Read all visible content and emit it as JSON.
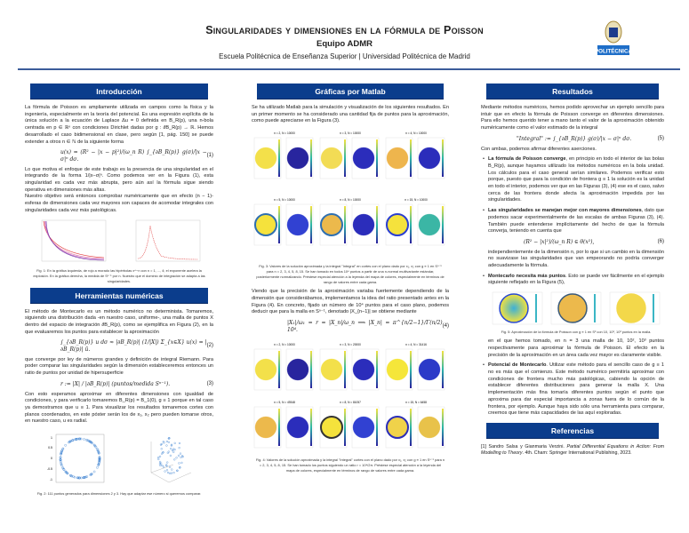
{
  "header": {
    "title": "Singularidades y dimensiones en la fórmula de Poisson",
    "team": "Equipo ADMR",
    "institution": "Escuela Politécnica de Enseñanza Superior | Universidad Politécnica de Madrid",
    "logo_text": "POLITÉCNICA"
  },
  "colors": {
    "section": "#0b3d8c",
    "rule": "#3b5c9a",
    "yellow": "#f5e23c",
    "orange": "#e8b24a",
    "blue": "#2a2cb8",
    "cyan": "#3bb6c5",
    "logo_blue": "#1e6ec8"
  },
  "intro": {
    "heading": "Introducción",
    "p1": "La fórmula de Poisson es ampliamente utilizada en campos como la física y la ingeniería, especialmente en la teoría del potencial. Es una expresión explícita de la única solución a la ecuación de Laplace Δu = 0 definida en B_R(p), una n-bola centrada en p ∈ ℝⁿ con condiciones Dirichlet dadas por g : ∂B_R(p) → ℝ. Hemos desarrollado el caso bidimensional en clase, pero según [1, pág. 150] se puede extender a otros n ∈ ℕ de la siguiente forma",
    "eq1": "u(x) = (R² − |x − p|²)/(ω_n R) ∫_{∂B_R(p)} g(σ)/|x − σ|ⁿ dσ.",
    "eq1_num": "(1)",
    "p2": "Lo que motiva el enfoque de este trabajo es la presencia de una singularidad en el integrando de la forma 1/|x−σ|ⁿ. Como podemos ver en la Figura (1), esta singularidad es cada vez más abrupta, pero aún así la fórmula sigue siendo operativa en dimensiones más altas.",
    "p3": "Nuestro objetivo será entonces comprobar numéricamente que en efecto (n − 1)-esferas de dimensiones cada vez mayores son capaces de acomodar integrales con singularidades cada vez más patológicas.",
    "fig1_caption": "Fig. 1: En la gráfica izquierda, de rojo a morado las hipérbolas x^−n con n = 1, ..., 4; el exponente acelera la explosión. En la gráfica derecha, la medida de Sⁿ⁻¹ por n. Nuestro que el dominio de integración se adapta a las singularidades."
  },
  "tools": {
    "heading": "Herramientas numéricas",
    "p1": "El método de Montecarlo es un método numérico no determinista. Tomaremos, siguiendo una distribución dada -en nuestro caso, uniforme-, una malla de puntos X dentro del espacio de integración ∂B_R(p), como se ejemplifica en Figura (2), en la que evaluaremos los puntos para establecer la aproximación",
    "eq2": "∫_{∂B_R(p)} u dσ ≈ |∂B_R(p)| (1/|X|) Σ_{x∈X} u(x) = |∂B_R(p)| ū.",
    "eq2_num": "(2)",
    "p2": "que converge por ley de números grandes y definición de integral Riemann. Para poder comparar las singularidades según la dimensión estableceremos entonces un ratio de puntos por unidad de hipersuperficie",
    "eq3": "r := |X| / |∂B_R(p)|    (puntos/medida Sⁿ⁻¹).",
    "eq3_num": "(3)",
    "p3": "Con esto esperamos aproximar en diferentes dimensiones con igualdad de condiciones, y para verificarlo tomaremos B_R(p) = B_1(0), g ≡ 1 porque en tal caso ya demostramos que u ≡ 1. Para visualizar los resultados tomaremos cortes con planos coordenados, en este póster serán los de x₁, x₂ pero pueden tomarse otros, en nuestro caso, u es radial.",
    "fig2_ticks": [
      "1",
      "0.5",
      "0",
      "-0.5",
      "-1"
    ],
    "fig2_caption": "Fig. 2: 111 puntos generados para dimensiones 2 y 3. Hay que adaptar ese número si queremos comparar."
  },
  "matlab": {
    "heading": "Gráficas por Matlab",
    "p1": "Se ha utilizado Matlab para la simulación y visualización de los siguientes resultados. En un primer momento se ha considerado una cantidad fija de puntos para la aproximación, como puede apreciarse en la Figura (3).",
    "fig3": [
      {
        "title": "n = 2, N = 10000",
        "u": "#f3e04a",
        "integral": "#28259e"
      },
      {
        "title": "n = 3, N = 10000",
        "u": "#f2dc55",
        "integral": "#2b2dbb"
      },
      {
        "title": "n = 4, N = 10000",
        "u": "#eeb54d",
        "integral": "#2b2dbb"
      },
      {
        "title": "n = 5, N = 10000",
        "u": "#f5e23c",
        "integral": "#3141d2",
        "ring": "#2e6fb0"
      },
      {
        "title": "n = 8, N = 10000",
        "u": "#ecb94c",
        "integral": "#2b2dbb",
        "ring": "#2e6fb0"
      },
      {
        "title": "n = 15, N = 10000",
        "u": "#f5e23c",
        "integral": "#3bb6a5",
        "ring": "#2a3ed0"
      }
    ],
    "fig3_caption": "Fig. 3: Valores de la solución aproximada y la integral \"Integral\" en cortes con el plano dado por x₁, x₂ con g ≡ 1 en Sⁿ⁻¹ para n = 2, 3, 4, 5, 8, 15. Se han tomado en todos 10⁴ puntos a partir de una n-normal multivariante estándar, posteriormente normalizando. Préstese especial atención a la leyenda del mapa de colores, especialmente en términos de rango de valores entre cada gama.",
    "p2": "Viendo que la precisión de la aproximación variaba fuertemente dependiendo de la dimensión que considerábamos, implementamos la idea del ratio presentado antes en la Figura (4). En concreto, fijado un número de 10⁴ puntos para el caso plano, podemos deducir que para la malla en Sⁿ⁻¹, denotado |X_{n−1}| se obtiene mediante",
    "eq4": "|X₁|/ω₁ = r = |X_n|/ω_n ⟹ |X_n| = π^{n/2−1}/Γ(n/2) 10⁴.",
    "eq4_num": "(4)",
    "fig4": [
      {
        "title": "n = 2, N = 10000",
        "u": "#f3e04a",
        "integral": "#28259e"
      },
      {
        "title": "n = 3, N = 20000",
        "u": "#f3e04a",
        "integral": "#2b2dbb"
      },
      {
        "title": "n = 4, N = 31416",
        "u": "#f5e63a",
        "integral": "#2b3ac8"
      },
      {
        "title": "n = 5, N = 49348",
        "u": "#ecb94c",
        "integral": "#2b2dbb"
      },
      {
        "title": "n = 8, N = 81057",
        "u": "#f5e23c",
        "integral": "#3141d2",
        "ring": "#333"
      },
      {
        "title": "n = 15, N = 6458",
        "u": "#f0d24a",
        "integral": "#e8c24a",
        "ring": "#2a2cb8"
      }
    ],
    "fig4_caption": "Fig. 4: Valores de la solución aproximada y la integral \"Integral\" cortes con el plano dado por x₁, x₂ con g ≡ 1 en Sⁿ⁻¹ para n = 2, 3, 4, 5, 8, 15. Se han tomado los puntos siguiendo un ratio r = 10⁴/2π. Préstese especial atención a la leyenda del mapa de colores, especialmente en términos de rango de valores entre cada gama."
  },
  "results": {
    "heading": "Resultados",
    "p1": "Mediante métodos numéricos, hemos podido aprovechar un ejemplo sencillo para intuir que en efecto la fórmula de Poisson converge en diferentes dimensiones. Para ello hemos querido tener a mano tanto el valor de la aproximación obtenido numéricamente como el valor estimado de la integral",
    "eq5": "\"Integral\" := ∫_{∂B_R(p)} g(σ)/|x − σ|ⁿ dσ.",
    "eq5_num": "(5)",
    "p2": "Con ambas, podemos afirmar diferentes aserciones.",
    "b1_bold": "La fórmula de Poisson converge",
    "b1": ", en principio en todo el interior de las bolas B_R(p), aunque hayamos utilizado los métodos numéricos en la bola unidad. Los cálculos para el caso general serían similares. Podemos verificar esto porque, puesto que para la condición de frontera g ≡ 1 la solución es la unidad en todo el interior, podemos ver que en las Figuras (3), (4) ese es el caso, salvo cerca de las frontera donde afecta la aproximación impedida por las singularidades.",
    "b2_bold": "Las singularidades se manejan mejor con mayores dimensiones",
    "b2": ", dato que podemos sacar experimentalmente de las escalas de ambas Figuras (3), (4). También puede entenderse implícitamente del hecho de que la fórmula converja, teniendo en cuenta que",
    "eq6": "(R² − |x|²)/(ω_n R) ∈ θ(x²),",
    "eq6_num": "(6)",
    "b2_after": "independientemente de la dimensión n, por lo que si un cambio en la dimensión no suavizase las singularidades que van empeorando no podría converger adecuadamente la fórmula.",
    "b3_bold": "Montecarlo necesita más puntos",
    "b3": ". Esto se puede ver fácilmente en el ejemplo siguiente reflejado en la Figura (5),",
    "fig5": [
      {
        "center": "#3bb0d8",
        "mid": "#f5e23c",
        "ring": "#2a4ad0"
      },
      {
        "center": "#ecb94c",
        "mid": "#ecb94c",
        "ring": "#3a5a7a"
      },
      {
        "center": "#f3d84a",
        "mid": "#f3d84a",
        "ring": "#f3d84a"
      }
    ],
    "fig5_caption": "Fig. 5: Aproximación de la fórmula de Poisson con g ≡ 1 en S² con 10, 10², 10³ puntos en la malla.",
    "b3_after": "en el que hemos tomado, en n = 3 una malla de 10, 10², 10³ puntos respectivamente para aproximar la fórmula de Poisson. El efecto en la precisión de la aproximación en un área cada vez mayor es claramente visible.",
    "b4_bold": "Potencial de Montecarlo",
    "b4": ". Utilizar este método para el sencillo caso de g ≡ 1 no es más que el comienzo. Este método numérico permitiría aproximar con condiciones de frontera mucho más patológicas, cabiendo la opción de establecer diferentes distribuciones para generar la malla X. Una implementación más fina tomaría diferentes puntos según el punto que aproxima para dar especial importancia a zonas fuera de lo común de la frontera, por ejemplo. Aunque haya sido sólo una herramienta para comparar, creemos que tiene más capacidades de las aquí exploradas."
  },
  "references": {
    "heading": "Referencias",
    "items": [
      {
        "num": "[1]",
        "authors": "Sandro Salsa y Gianmaria Verzini. ",
        "title": "Partial Differential Equations in Action: From Modelling to Theory",
        "rest": ". 4th. Cham: Springer International Publishing, 2023."
      }
    ]
  }
}
